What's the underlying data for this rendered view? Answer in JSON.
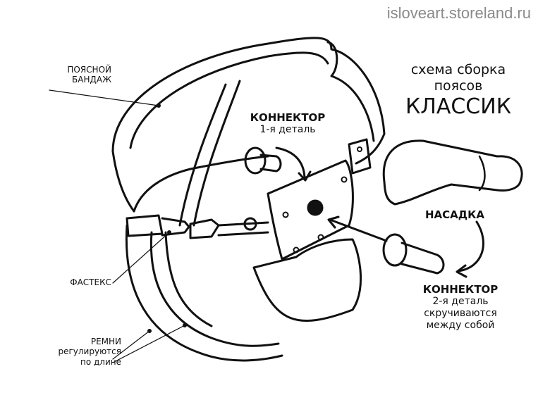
{
  "watermark": "isloveart.storeland.ru",
  "title": {
    "line1": "схема сборка",
    "line2": "поясов",
    "line3": "КЛАССИК"
  },
  "labels": {
    "belt_line1": "ПОЯСНОЙ",
    "belt_line2": "БАНДАЖ",
    "fastex": "ФАСТЕКС",
    "straps_line1": "РЕМНИ",
    "straps_line2": "регулируются",
    "straps_line3": "по длине",
    "connector1_title": "КОННЕКТОР",
    "connector1_sub": "1-я деталь",
    "attachment": "НАСАДКА",
    "connector2_title": "КОННЕКТОР",
    "connector2_sub1": "2-я деталь",
    "connector2_sub2": "скручиваются",
    "connector2_sub3": "между собой"
  },
  "colors": {
    "ink": "#111111",
    "watermark": "#8a8a8a",
    "background": "#ffffff"
  }
}
